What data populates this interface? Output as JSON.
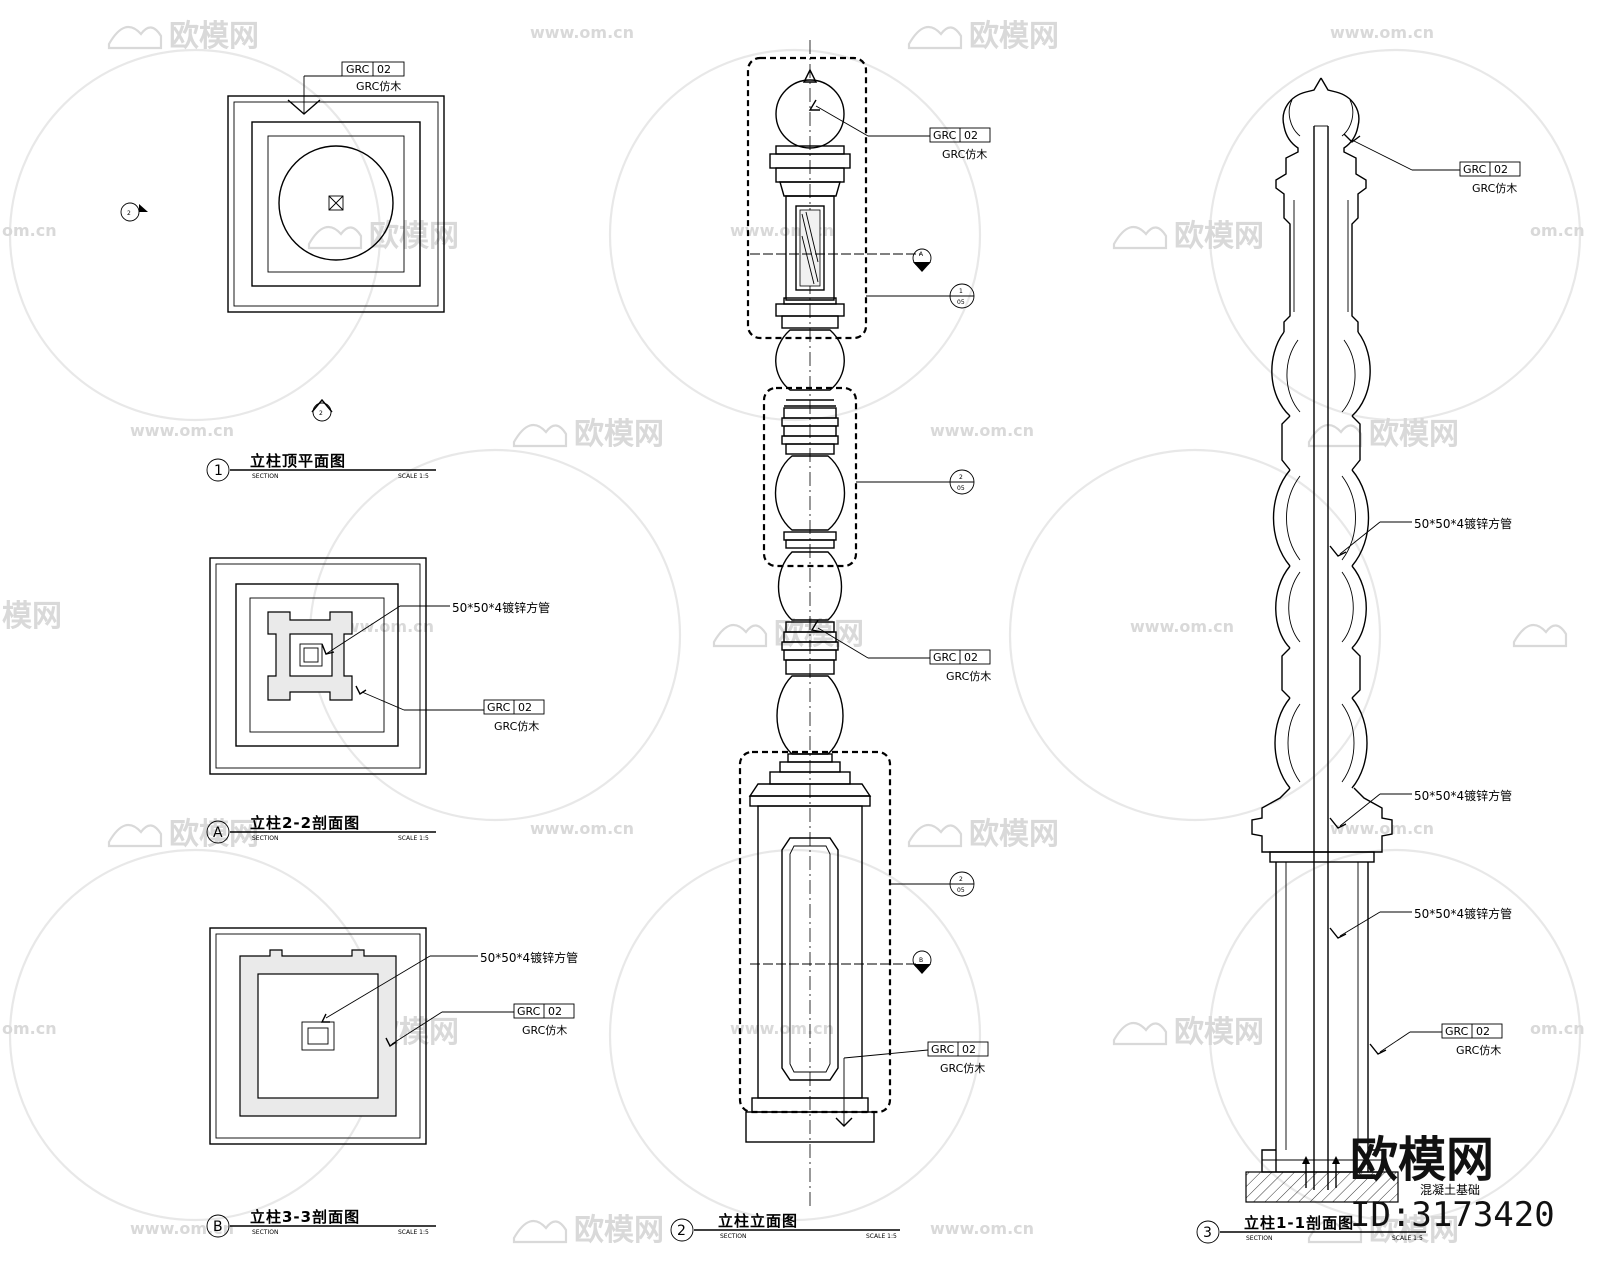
{
  "watermark": {
    "brand": "欧模网",
    "url": "www.om.cn",
    "url_fragment": "om.cn",
    "brand_fragment": "模网"
  },
  "drawing": {
    "material_code": "GRC",
    "material_no": "02",
    "material_name": "GRC仿木",
    "steel_tube": "50*50*4镀锌方管",
    "section_word": "SECTION",
    "scale_word": "SCALE 1:5",
    "foundation_note": "混凝土基础"
  },
  "views": {
    "top_plan": {
      "number": "1",
      "title": "立柱顶平面图"
    },
    "section_2_2": {
      "number": "A",
      "title": "立柱2-2剖面图"
    },
    "section_3_3": {
      "number": "B",
      "title": "立柱3-3剖面图"
    },
    "elevation": {
      "number": "2",
      "title": "立柱立面图"
    },
    "section_1_1": {
      "number": "3",
      "title": "立柱1-1剖面图"
    }
  },
  "markers": {
    "section_1": "1",
    "section_2": "2",
    "section_A": "A",
    "section_B": "B",
    "callout_sheet": "05"
  },
  "id_label": "ID:3173420"
}
